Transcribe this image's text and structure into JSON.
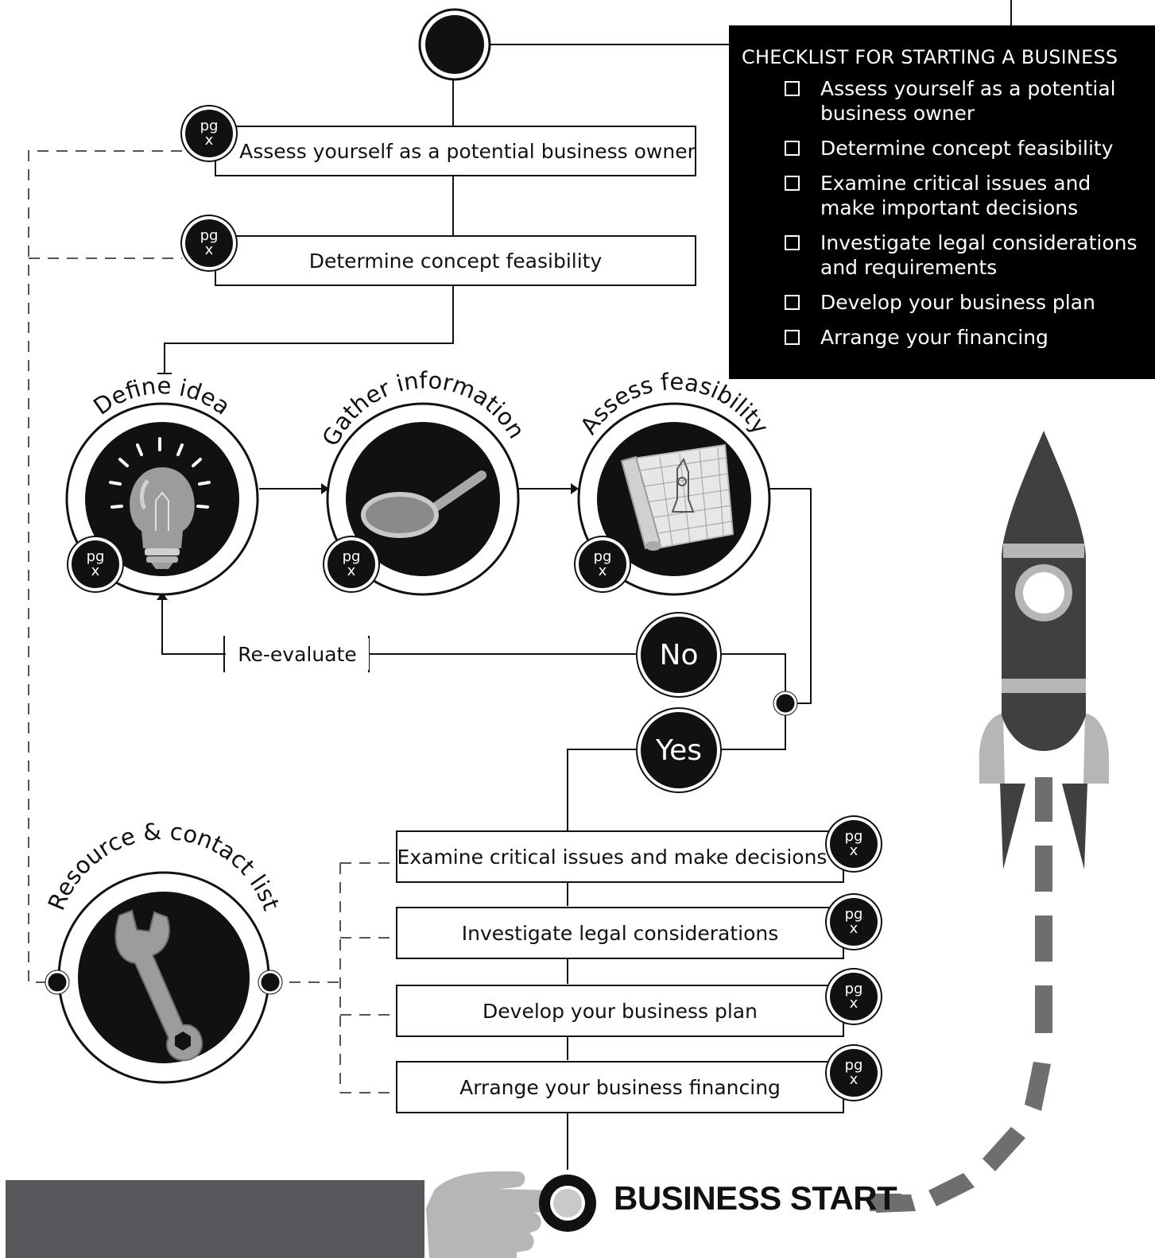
{
  "checklist": {
    "title": "CHECKLIST FOR STARTING A BUSINESS",
    "items": [
      "Assess yourself as a potential business owner",
      "Determine concept feasibility",
      "Examine critical issues and make important decisions",
      "Investigate legal considerations and requirements",
      "Develop your business plan",
      "Arrange your financing"
    ]
  },
  "steps": {
    "assess": "Assess yourself as a potential business owner",
    "determine": "Determine concept feasibility",
    "examine": "Examine critical issues and make decisions",
    "legal": "Investigate legal considerations",
    "plan": "Develop your business plan",
    "financing": "Arrange your business financing"
  },
  "page_ref": {
    "line1": "pg",
    "line2": "x"
  },
  "stages": {
    "define": "Define idea",
    "gather": "Gather information",
    "feasibility": "Assess feasibility",
    "resource": "Resource & contact list"
  },
  "decision": {
    "no": "No",
    "yes": "Yes",
    "reevaluate": "Re-evaluate"
  },
  "finish": "BUSINESS START",
  "colors": {
    "black": "#111111",
    "dark_gray": "#55575a",
    "rocket_body": "#404042",
    "light_gray": "#b5b6b8",
    "mid_gray": "#6d6e70"
  }
}
